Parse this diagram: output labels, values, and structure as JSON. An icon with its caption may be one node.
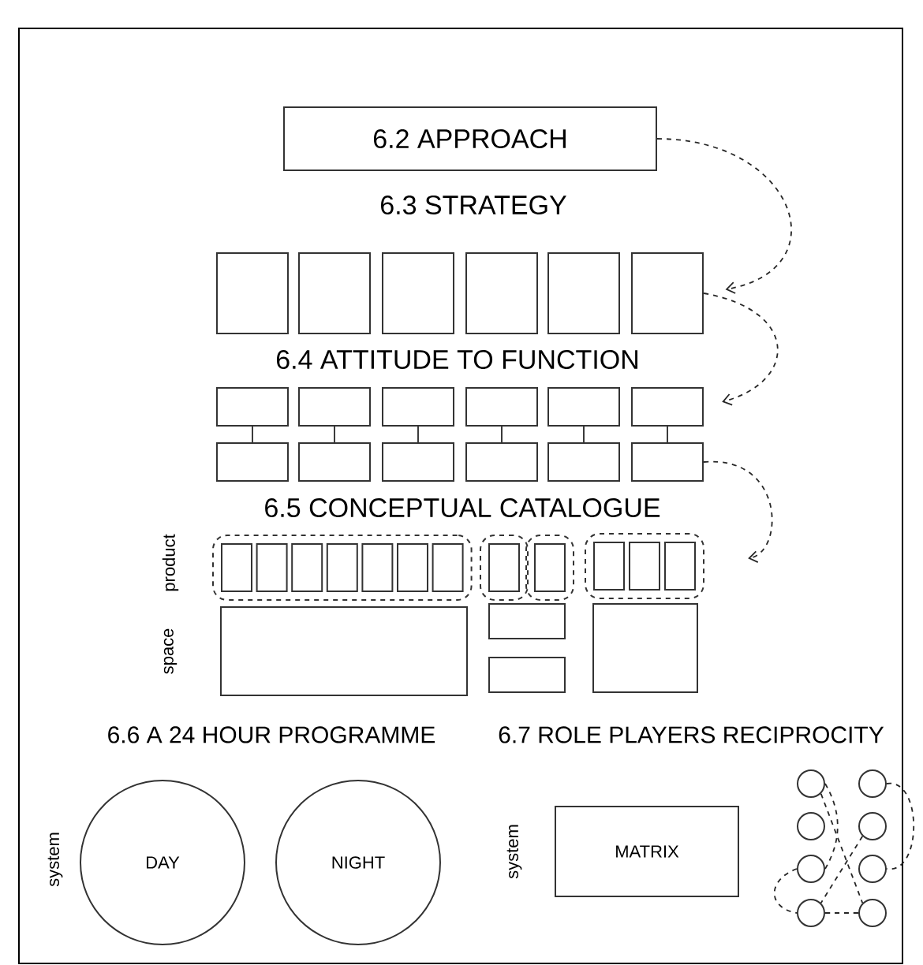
{
  "diagram": {
    "nodes": [
      {
        "text": [
          "6.2 APPROACH"
        ]
      },
      {
        "text": [],
        "shape": "box"
      },
      {
        "text": [],
        "shape": "box"
      },
      {
        "text": [],
        "shape": "box"
      },
      {
        "text": [],
        "shape": "box"
      },
      {
        "text": [],
        "shape": "box"
      },
      {
        "text": [],
        "shape": "box"
      },
      {
        "text": [],
        "shape": "box"
      },
      {
        "text": [],
        "shape": "box"
      },
      {
        "text": [],
        "shape": "box"
      },
      {
        "text": [],
        "shape": "box"
      },
      {
        "text": [],
        "shape": "box"
      },
      {
        "text": [],
        "shape": "box"
      },
      {
        "text": [],
        "shape": "box"
      },
      {
        "text": [],
        "shape": "box"
      },
      {
        "text": [],
        "shape": "box"
      },
      {
        "text": [],
        "shape": "box"
      },
      {
        "text": [],
        "shape": "box"
      },
      {
        "text": [],
        "shape": "box"
      },
      {
        "text": [],
        "shape": "cloud"
      },
      {
        "text": [],
        "shape": "box",
        "in": 19
      },
      {
        "text": [],
        "shape": "box",
        "in": 19
      },
      {
        "text": [],
        "shape": "box",
        "in": 19
      },
      {
        "text": [],
        "shape": "box",
        "in": 19
      },
      {
        "text": [],
        "shape": "box",
        "in": 19
      },
      {
        "text": [],
        "shape": "box",
        "in": 19
      },
      {
        "text": [],
        "shape": "box",
        "in": 19
      },
      {
        "text": [],
        "shape": "cloud"
      },
      {
        "text": [],
        "shape": "box",
        "in": 27
      },
      {
        "text": [],
        "shape": "cloud"
      },
      {
        "text": [],
        "shape": "box",
        "in": 29
      },
      {
        "text": [],
        "shape": "cloud"
      },
      {
        "text": [],
        "shape": "box",
        "in": 31
      },
      {
        "text": [],
        "shape": "box",
        "in": 31
      },
      {
        "text": [],
        "shape": "box",
        "in": 31
      },
      {
        "text": [],
        "shape": "box"
      },
      {
        "text": [],
        "shape": "box"
      },
      {
        "text": [],
        "shape": "box"
      },
      {
        "text": [],
        "shape": "box"
      },
      {
        "text": [
          "DAY"
        ]
      },
      {
        "text": [
          "NIGHT"
        ]
      },
      {
        "text": [
          "MATRIX"
        ]
      },
      {
        "text": [],
        "shape": "circle"
      },
      {
        "text": [],
        "shape": "circle"
      },
      {
        "text": [],
        "shape": "circle"
      },
      {
        "text": [],
        "shape": "circle"
      },
      {
        "text": [],
        "shape": "circle"
      },
      {
        "text": [],
        "shape": "circle"
      },
      {
        "text": [],
        "shape": "circle"
      },
      {
        "text": [],
        "shape": "circle"
      }
    ],
    "edges": [
      {
        "from": 0,
        "to": 6,
        "arrow": "to",
        "style": "dashed"
      },
      {
        "from": 6,
        "to": 12,
        "arrow": "to",
        "style": "dashed"
      },
      {
        "from": 18,
        "to": 31,
        "arrow": "to",
        "style": "dashed"
      },
      {
        "from": 7,
        "to": 13,
        "arrow": "none"
      },
      {
        "from": 8,
        "to": 14,
        "arrow": "none"
      },
      {
        "from": 9,
        "to": 15,
        "arrow": "none"
      },
      {
        "from": 10,
        "to": 16,
        "arrow": "none"
      },
      {
        "from": 11,
        "to": 17,
        "arrow": "none"
      },
      {
        "from": 12,
        "to": 18,
        "arrow": "none"
      },
      {
        "from": 42,
        "to": 46,
        "arrow": "none",
        "style": "dashed"
      },
      {
        "from": 42,
        "to": 49,
        "arrow": "none",
        "style": "dashed"
      },
      {
        "from": 43,
        "to": 47,
        "arrow": "none",
        "style": "dashed"
      },
      {
        "from": 45,
        "to": 48,
        "arrow": "none",
        "style": "dashed"
      },
      {
        "from": 46,
        "to": 48,
        "arrow": "none",
        "style": "dashed"
      },
      {
        "from": 48,
        "to": 49,
        "arrow": "none",
        "style": "dashed"
      }
    ],
    "labels": [
      "6.3 STRATEGY",
      "6.4 ATTITUDE TO FUNCTION",
      "6.5 CONCEPTUAL CATALOGUE",
      "product",
      "space",
      "6.6 A 24 HOUR PROGRAMME",
      "6.7 ROLE PLAYERS RECIPROCITY",
      "system",
      "system"
    ]
  }
}
